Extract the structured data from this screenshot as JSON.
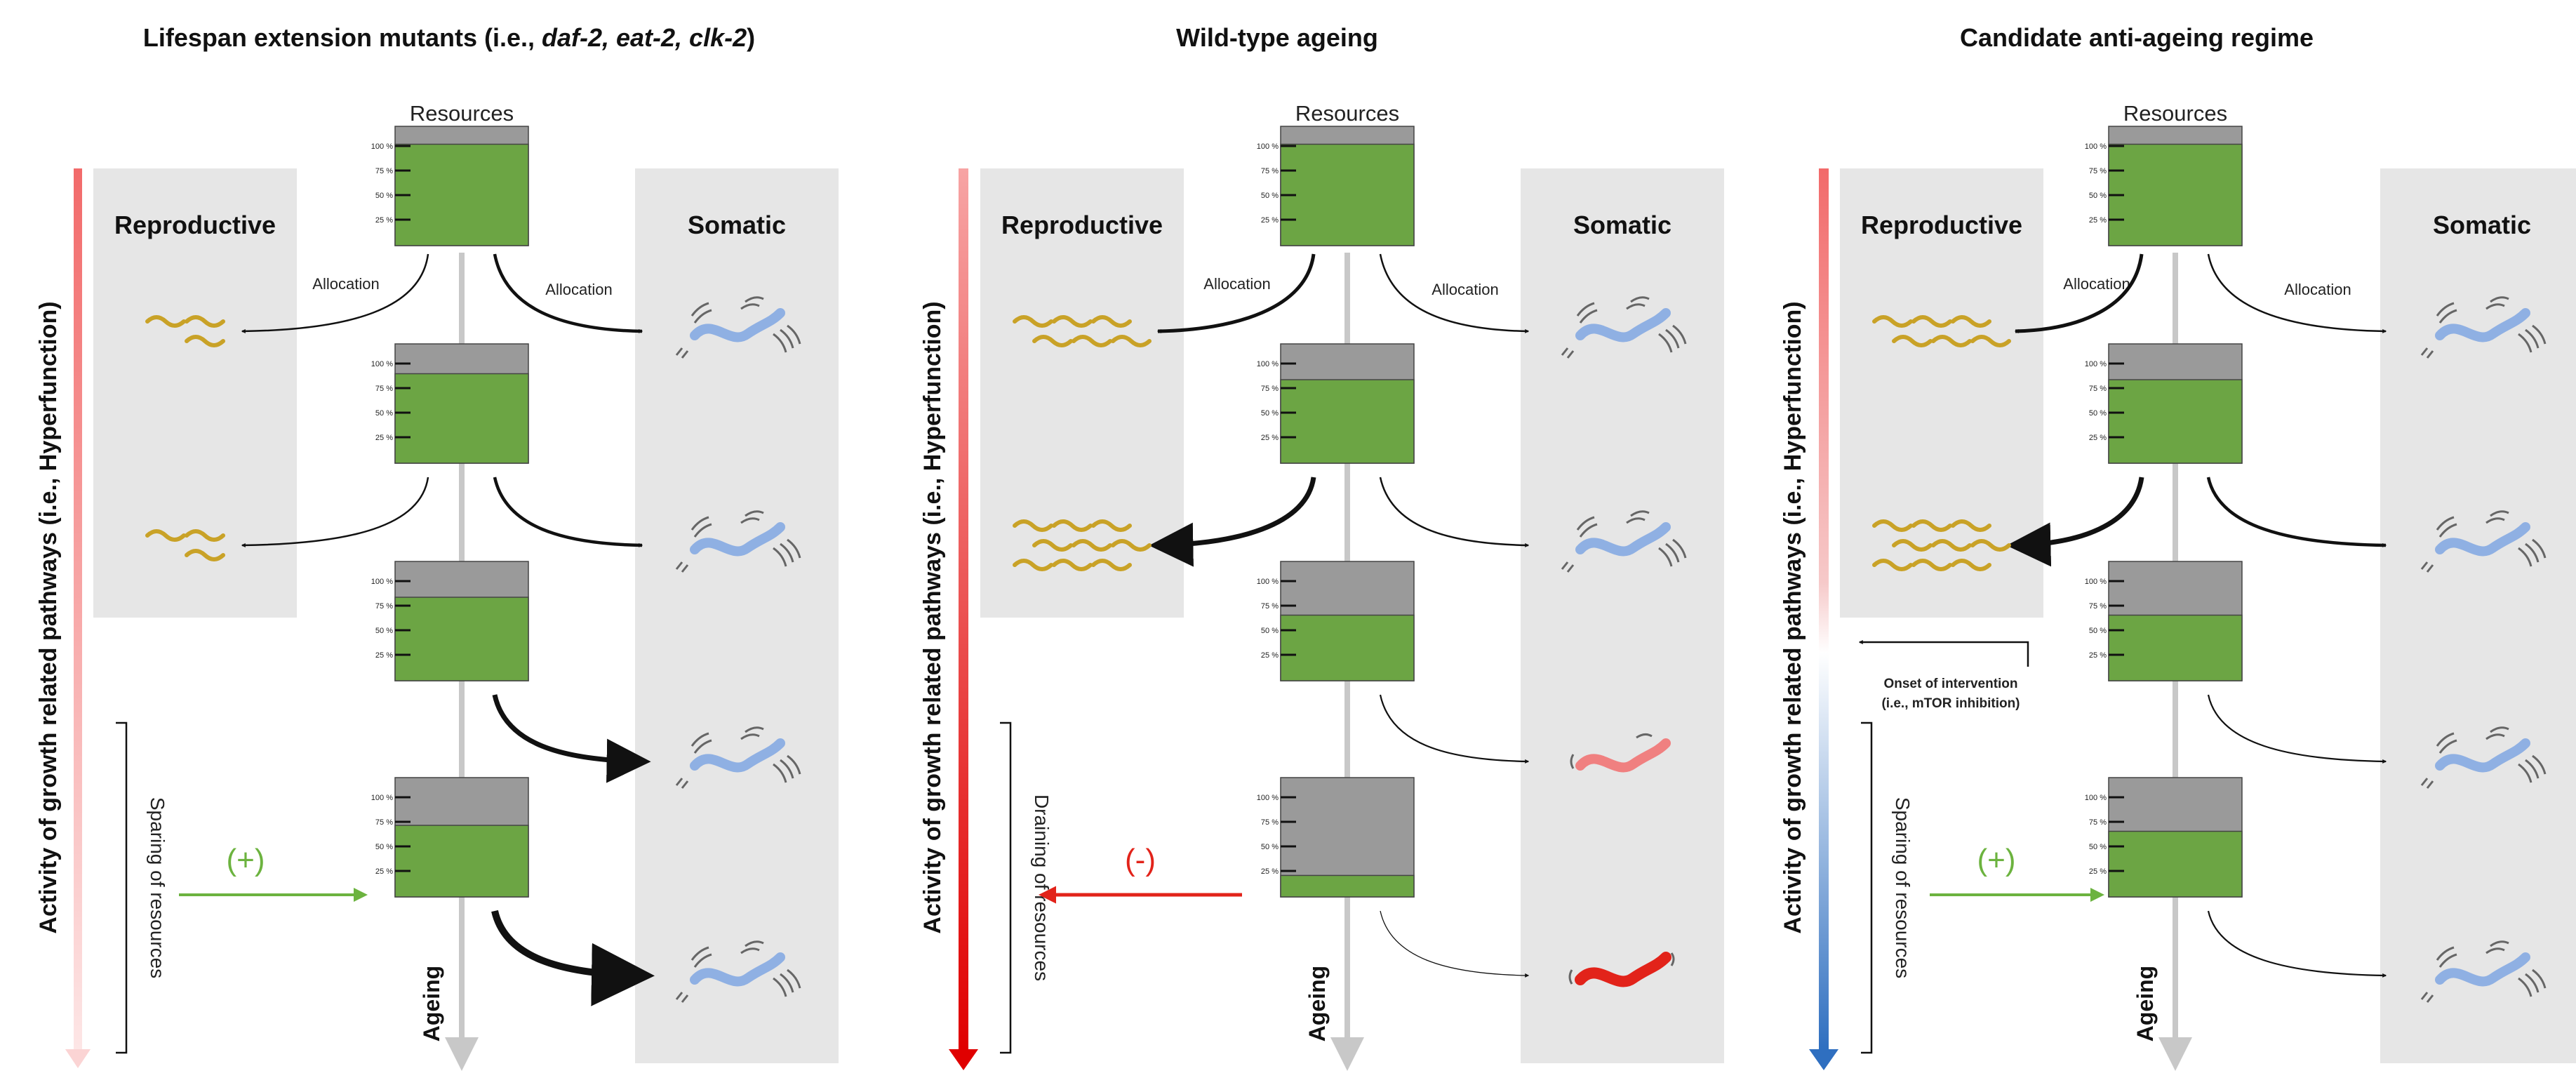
{
  "panels": [
    {
      "title_prefix": "Lifespan extension mutants (i.e., ",
      "title_italic": "daf-2, eat-2, clk-2",
      "title_suffix": ")",
      "resources_label": "Resources",
      "reproductive_label": "Reproductive",
      "somatic_label": "Somatic",
      "allocation_left": "Allocation",
      "allocation_right": "Allocation",
      "vertical_label": "Activity of growth related pathways (i.e., Hyperfunction)",
      "ageing_label": "Ageing",
      "bracket_label": "Sparing of resources",
      "sign": "(+)",
      "resource_levels": [
        0.85,
        0.75,
        0.7,
        0.6
      ],
      "gauge_ticks": [
        "100 %",
        "75 %",
        "50 %",
        "25 %"
      ]
    },
    {
      "title": "Wild-type ageing",
      "resources_label": "Resources",
      "reproductive_label": "Reproductive",
      "somatic_label": "Somatic",
      "allocation_left": "Allocation",
      "allocation_right": "Allocation",
      "vertical_label": "Activity of growth related pathways (i.e., Hyperfunction)",
      "ageing_label": "Ageing",
      "bracket_label": "Draining of resources",
      "sign": "(-)",
      "resource_levels": [
        0.85,
        0.7,
        0.55,
        0.18
      ],
      "gauge_ticks": [
        "100 %",
        "75 %",
        "50 %",
        "25 %"
      ]
    },
    {
      "title": "Candidate anti-ageing regime",
      "resources_label": "Resources",
      "reproductive_label": "Reproductive",
      "somatic_label": "Somatic",
      "allocation_left": "Allocation",
      "allocation_right": "Allocation",
      "vertical_label": "Activity of growth related pathways (i.e., Hyperfunction)",
      "ageing_label": "Ageing",
      "bracket_label": "Sparing of resources",
      "sign": "(+)",
      "onset_line1": "Onset of intervention",
      "onset_line2": "(i.e., mTOR inhibition)",
      "resource_levels": [
        0.85,
        0.7,
        0.55,
        0.55
      ],
      "gauge_ticks": [
        "100 %",
        "75 %",
        "50 %",
        "25 %"
      ]
    }
  ],
  "colors": {
    "resource_green": "#6ca544",
    "resource_gray": "#9a9a9a",
    "worm_blue": "#8fb0e3",
    "worm_pink": "#f08080",
    "worm_red": "#e2231a",
    "larva_gold": "#c9a227",
    "region_gray": "#e6e6e6",
    "plus_green": "#6cb33f",
    "minus_red": "#e2231a"
  }
}
